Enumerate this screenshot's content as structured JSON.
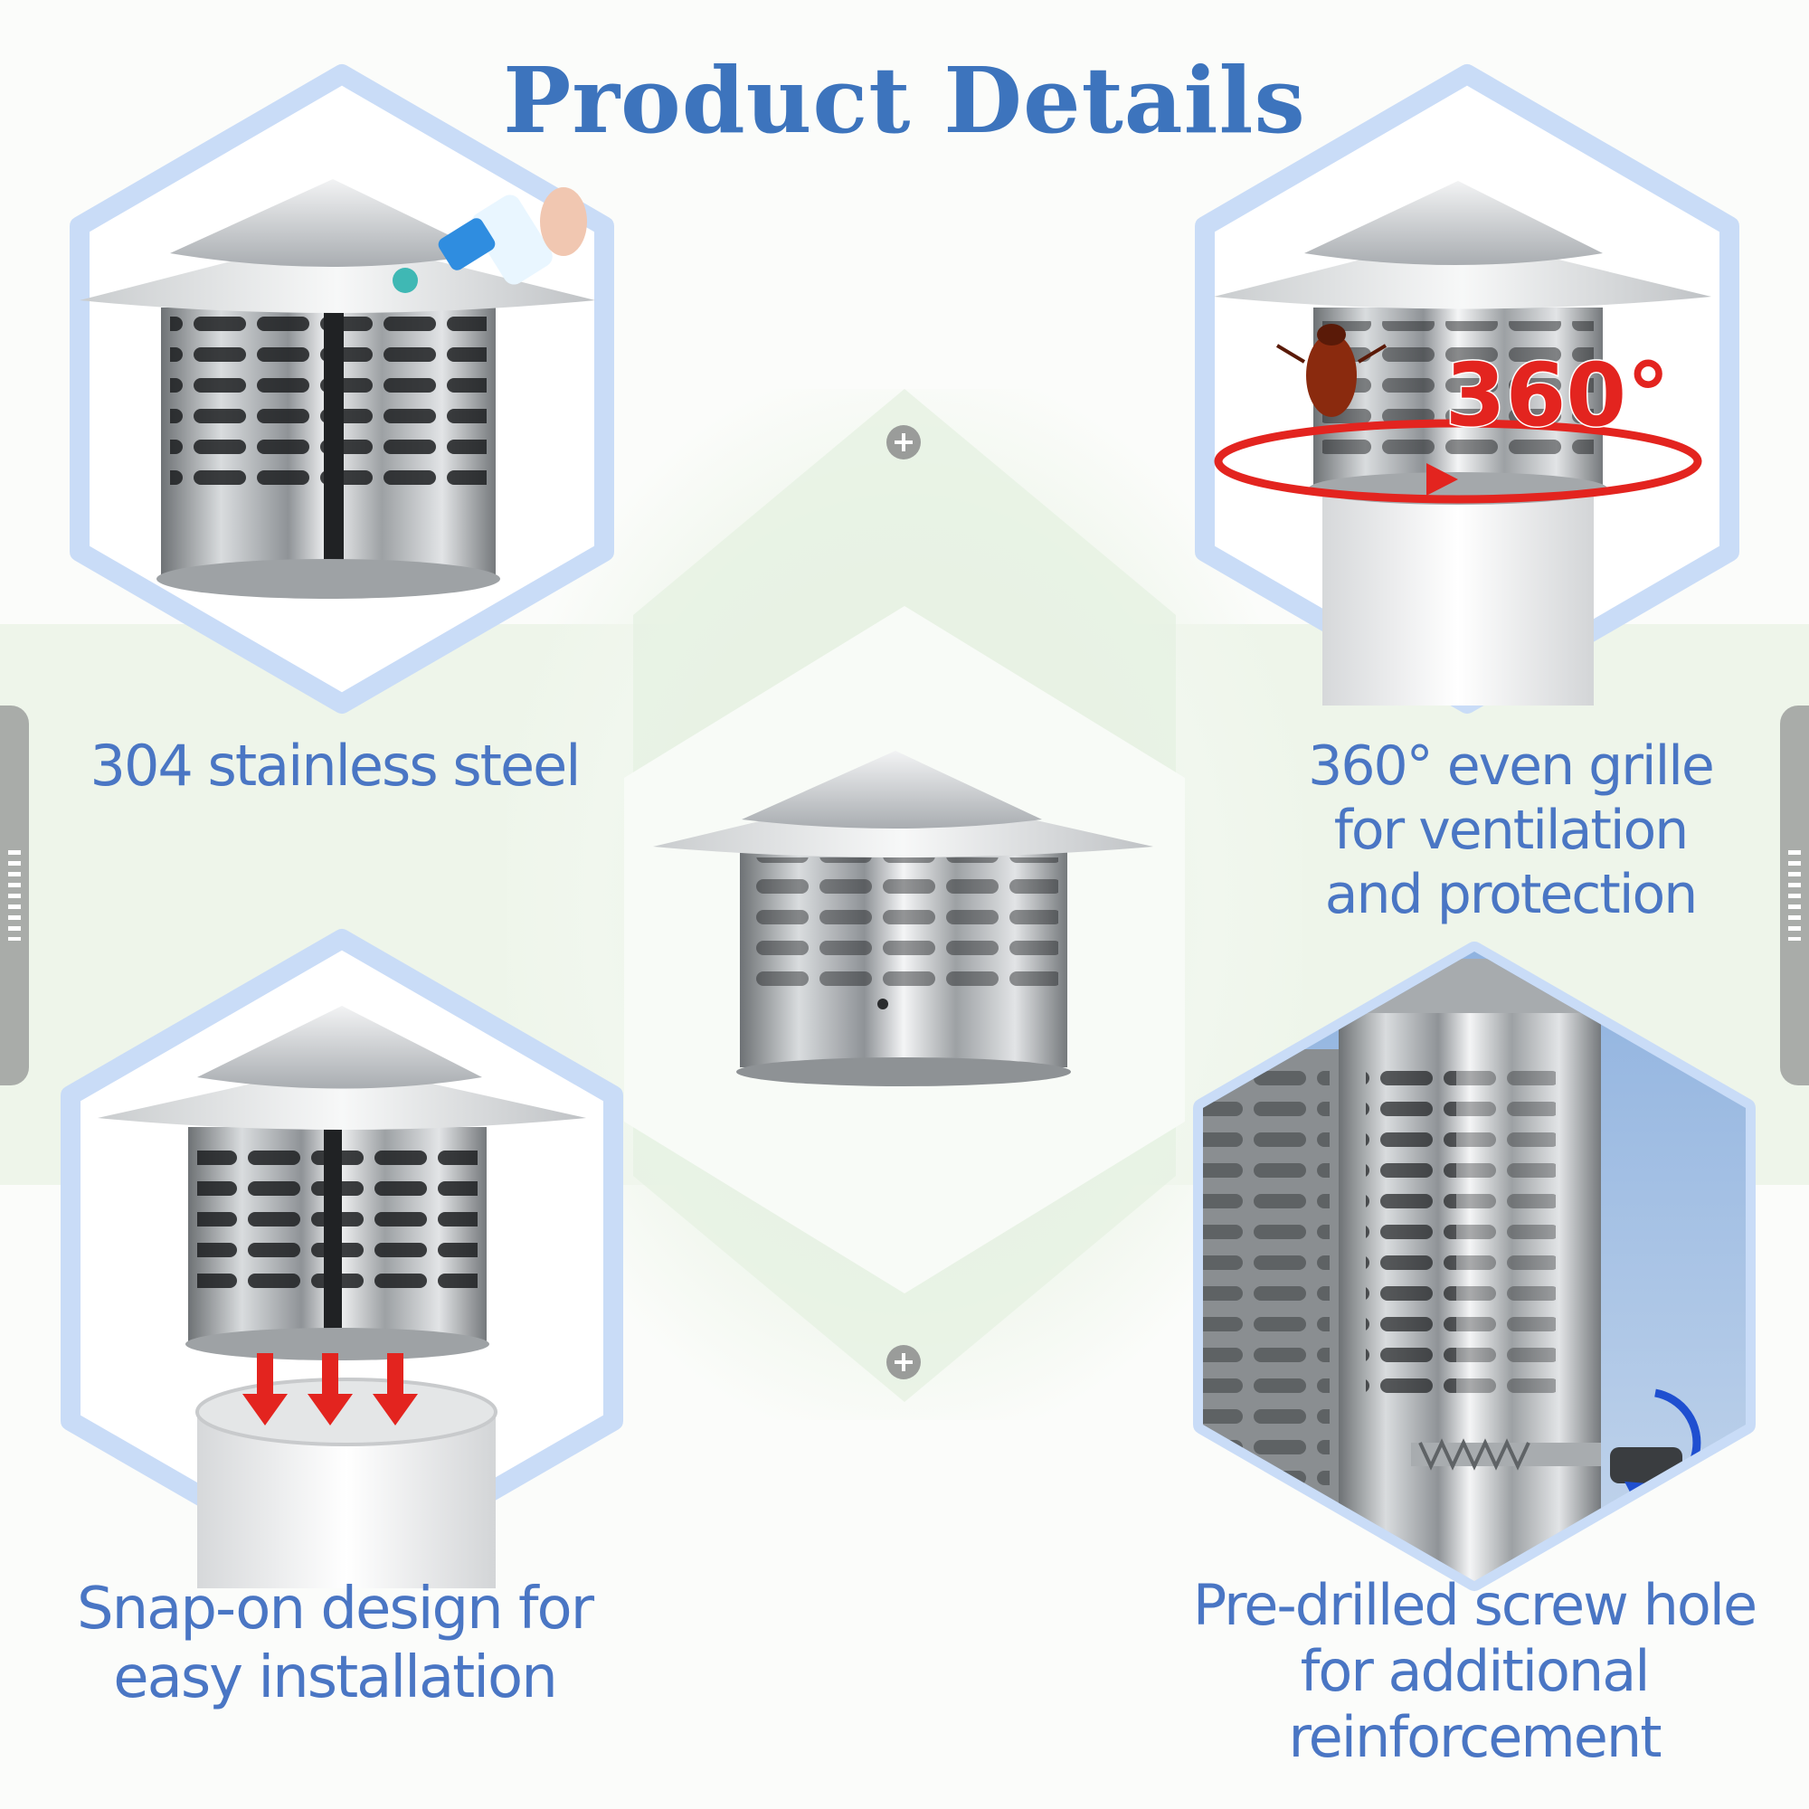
{
  "header": {
    "title": "Product Details"
  },
  "features": {
    "top_left": {
      "caption": "304 stainless steel"
    },
    "top_right": {
      "caption_lines": [
        "360° even grille",
        "for ventilation",
        "and protection"
      ],
      "badge": "360°"
    },
    "bottom_left": {
      "caption_lines": [
        "Snap-on design for",
        "easy installation"
      ]
    },
    "bottom_right": {
      "caption_lines": [
        "Pre-drilled screw hole",
        "for additional",
        "reinforcement"
      ]
    }
  },
  "colors": {
    "title_blue": "#3d74bd",
    "caption_blue": "#4a76c4",
    "hex_border": "#c9dcf7",
    "accent_red": "#e3241f",
    "band_green": "#eef5ea"
  },
  "icons": [
    "plus-screw-icon",
    "down-arrow-icon",
    "rotation-arrow-icon",
    "cockroach-icon",
    "tab-grip-icon"
  ]
}
